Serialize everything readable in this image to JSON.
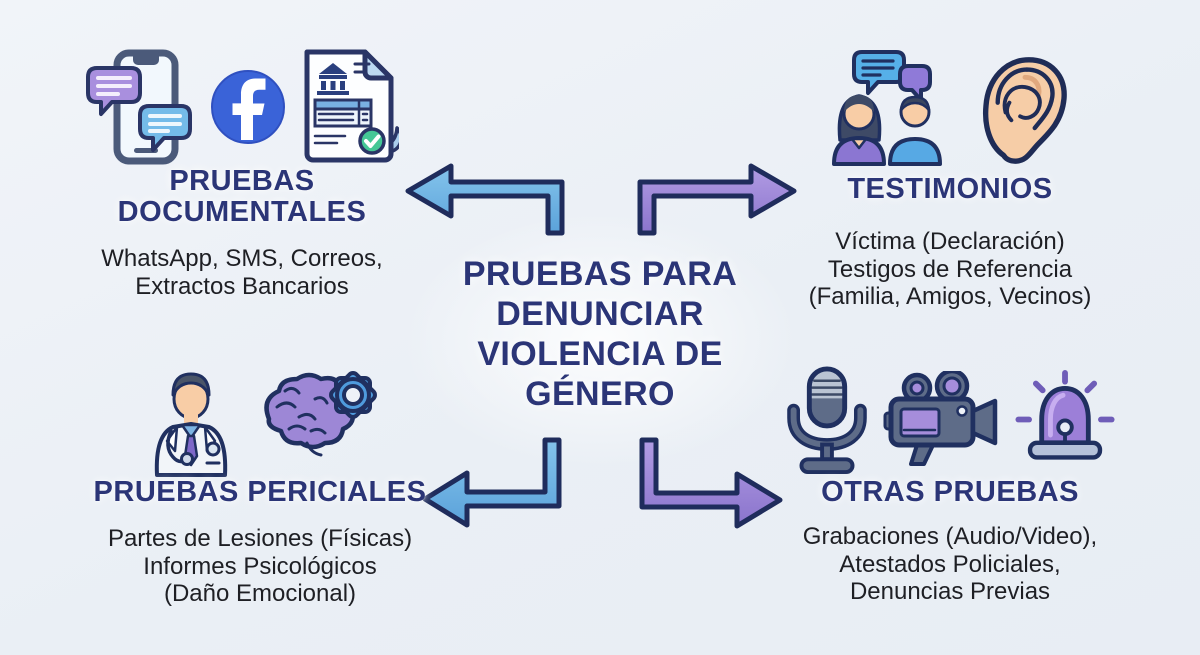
{
  "center": {
    "title_lines": [
      "PRUEBAS PARA",
      "DENUNCIAR",
      "VIOLENCIA DE",
      "GÉNERO"
    ]
  },
  "quadrants": {
    "documentales": {
      "title_lines": [
        "PRUEBAS",
        "DOCUMENTALES"
      ],
      "body_lines": [
        "WhatsApp, SMS, Correos,",
        "Extractos Bancarios"
      ],
      "icons": [
        "phone-chat-icon",
        "facebook-icon",
        "bank-document-icon"
      ]
    },
    "testimonios": {
      "title_lines": [
        "TESTIMONIOS"
      ],
      "body_lines": [
        "Víctima (Declaración)",
        "Testigos de Referencia",
        "(Familia, Amigos, Vecinos)"
      ],
      "icons": [
        "people-talking-icon",
        "ear-icon"
      ]
    },
    "periciales": {
      "title_lines": [
        "PRUEBAS PERICIALES"
      ],
      "body_lines": [
        "Partes de Lesiones (Físicas)",
        "Informes Psicológicos",
        "(Daño Emocional)"
      ],
      "icons": [
        "doctor-icon",
        "brain-gear-icon"
      ]
    },
    "otras": {
      "title_lines": [
        "OTRAS PRUEBAS"
      ],
      "body_lines": [
        "Grabaciones (Audio/Video),",
        "Atestados Policiales,",
        "Denuncias Previas"
      ],
      "icons": [
        "microphone-icon",
        "video-camera-icon",
        "siren-icon"
      ]
    }
  },
  "colors": {
    "heading": "#2b3577",
    "body_text": "#1e1f24",
    "arrow_blue": "#6db1e4",
    "arrow_blue_light": "#84c4ec",
    "arrow_purple": "#9d88d9",
    "arrow_purple_light": "#b29ce4",
    "outline_navy": "#1f2c5c",
    "background": "#edf1f6"
  }
}
